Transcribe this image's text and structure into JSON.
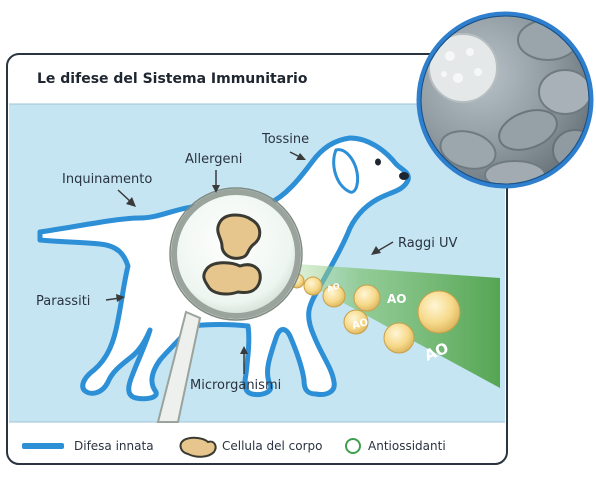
{
  "title": "Le difese del Sistema Immunitario",
  "threats": {
    "tossine": "Tossine",
    "allergeni": "Allergeni",
    "inquinamento": "Inquinamento",
    "raggi_uv": "Raggi UV",
    "parassiti": "Parassiti",
    "microrganismi": "Microrganismi"
  },
  "antioxidant_label": "AO",
  "legend": {
    "innate": "Difesa innata",
    "cell": "Cellula del corpo",
    "antioxidants": "Antiossidanti"
  },
  "colors": {
    "frame_border": "#2a3340",
    "panel_bg": "#c5e5f3",
    "dog_fill": "#ffffff",
    "dog_outline": "#2d8fd6",
    "beam_green": "#5cae58",
    "ao_gold": "#f6d98a",
    "cell_fill": "#e6c68c",
    "legend_green": "#3f9f4f"
  }
}
